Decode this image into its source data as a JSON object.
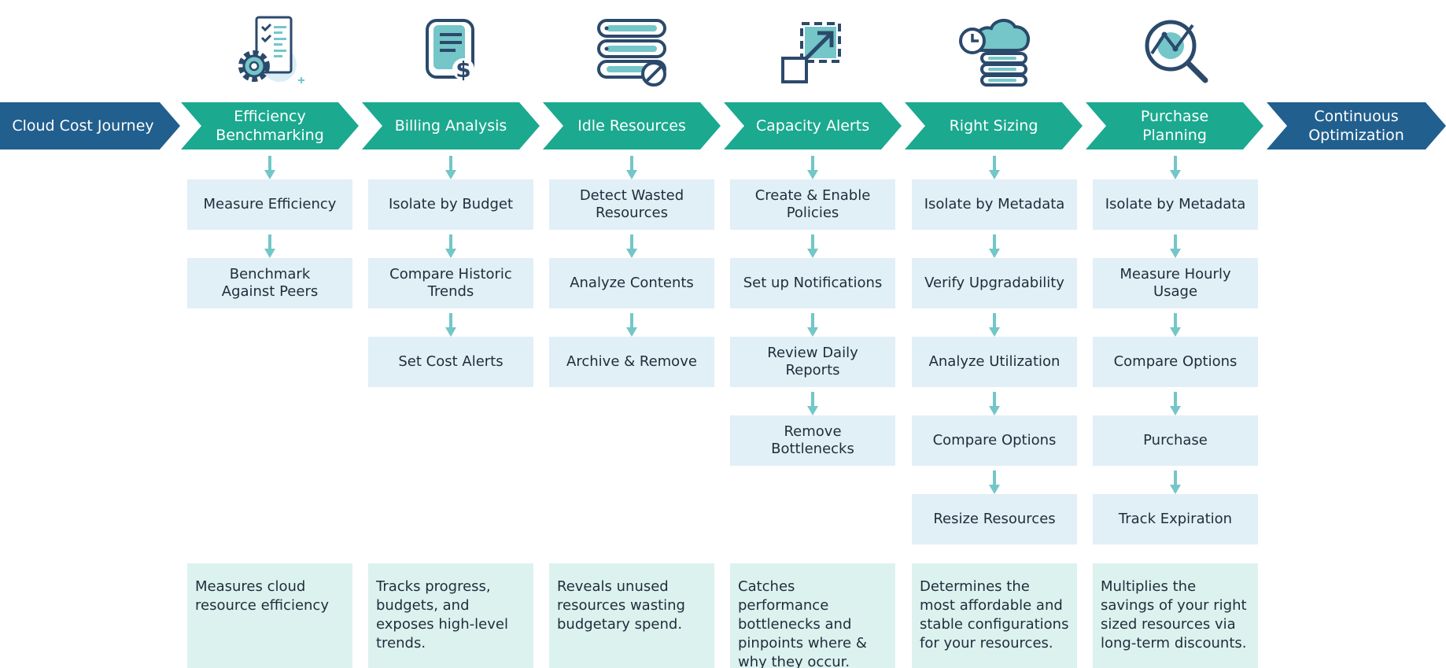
{
  "journey": {
    "label": "Cloud Cost Journey"
  },
  "end": {
    "label": "Continuous\nOptimization"
  },
  "colors": {
    "navy": "#215f8e",
    "teal": "#1ba98f",
    "step_bg": "#e1eff7",
    "desc_bg": "#dcf2ef",
    "arrow": "#74c6c8"
  },
  "stages": [
    {
      "title": "Efficiency\nBenchmarking",
      "icon": "checklist-gear-icon",
      "steps": [
        "Measure Efficiency",
        "Benchmark\nAgainst Peers"
      ],
      "description": "Measures cloud resource efficiency"
    },
    {
      "title": "Billing Analysis",
      "icon": "invoice-dollar-icon",
      "steps": [
        "Isolate by Budget",
        "Compare Historic\nTrends",
        "Set Cost Alerts"
      ],
      "description": "Tracks progress, budgets, and exposes high-level trends."
    },
    {
      "title": "Idle Resources",
      "icon": "server-blocked-icon",
      "steps": [
        "Detect Wasted\nResources",
        "Analyze Contents",
        "Archive & Remove"
      ],
      "description": "Reveals unused resources wasting budgetary spend."
    },
    {
      "title": "Capacity Alerts",
      "icon": "scale-up-arrow-icon",
      "steps": [
        "Create & Enable\nPolicies",
        "Set up Notifications",
        "Review Daily\nReports",
        "Remove\nBottlenecks"
      ],
      "description": "Catches performance bottlenecks and pinpoints where & why they occur."
    },
    {
      "title": "Right Sizing",
      "icon": "cloud-clock-server-icon",
      "steps": [
        "Isolate by Metadata",
        "Verify Upgradability",
        "Analyze Utilization",
        "Compare Options",
        "Resize Resources"
      ],
      "description": "Determines the most affordable and stable configurations for your resources."
    },
    {
      "title": "Purchase Planning",
      "icon": "magnifier-chart-icon",
      "steps": [
        "Isolate by Metadata",
        "Measure Hourly\nUsage",
        "Compare Options",
        "Purchase",
        "Track Expiration"
      ],
      "description": "Multiplies the savings of your right sized resources via long-term discounts."
    }
  ]
}
